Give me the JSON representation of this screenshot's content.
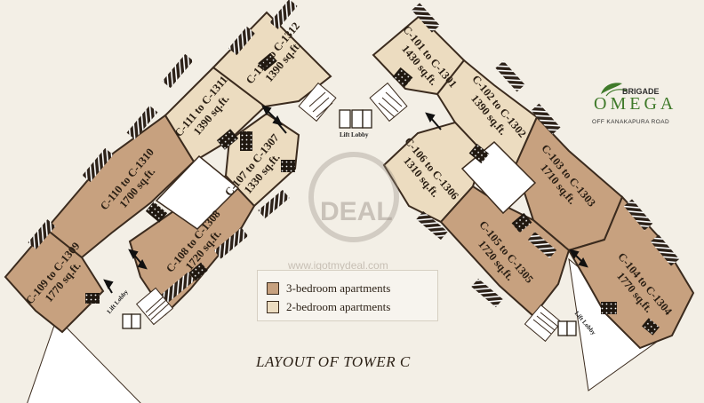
{
  "colors": {
    "three_bedroom": "#c7a17f",
    "two_bedroom": "#ecdcc0",
    "wall": "#3b2b1e",
    "background": "#f3efe6"
  },
  "units": {
    "u109": {
      "name": "C-109 to C-1309",
      "area": "1770 sq.ft."
    },
    "u110": {
      "name": "C-110 to C-1310",
      "area": "1700 sq.ft."
    },
    "u111": {
      "name": "C-111 to C-1311",
      "area": "1390 sq.ft."
    },
    "u112": {
      "name": "C-112 to C-1312",
      "area": "1390 sq.ft."
    },
    "u107": {
      "name": "C-107 to C-1307",
      "area": "1330 sq.ft."
    },
    "u108": {
      "name": "C-108 to C-1308",
      "area": "1720 sq.ft."
    },
    "u101": {
      "name": "C-101 to C-1301",
      "area": "1430 sq.ft."
    },
    "u102": {
      "name": "C-102 to C-1302",
      "area": "1390 sq.ft."
    },
    "u106": {
      "name": "C-106 to C-1306",
      "area": "1310 sq.ft."
    },
    "u103": {
      "name": "C-103 to C-1303",
      "area": "1710 sq.ft."
    },
    "u105": {
      "name": "C-105 to C-1305",
      "area": "1720 sq.ft."
    },
    "u104": {
      "name": "C-104 to C-1304",
      "area": "1770 sq.ft."
    }
  },
  "lobby_label": "Lift Lobby",
  "legend": {
    "three_bedroom": "3-bedroom apartments",
    "two_bedroom": "2-bedroom apartments"
  },
  "title": "LAYOUT OF TOWER C",
  "logo": {
    "brand": "BRIGADE",
    "name": "OMEGA",
    "subtitle": "OFF KANAKAPURA ROAD"
  },
  "watermark": {
    "deal": "DEAL",
    "url": "www.igotmydeal.com"
  }
}
